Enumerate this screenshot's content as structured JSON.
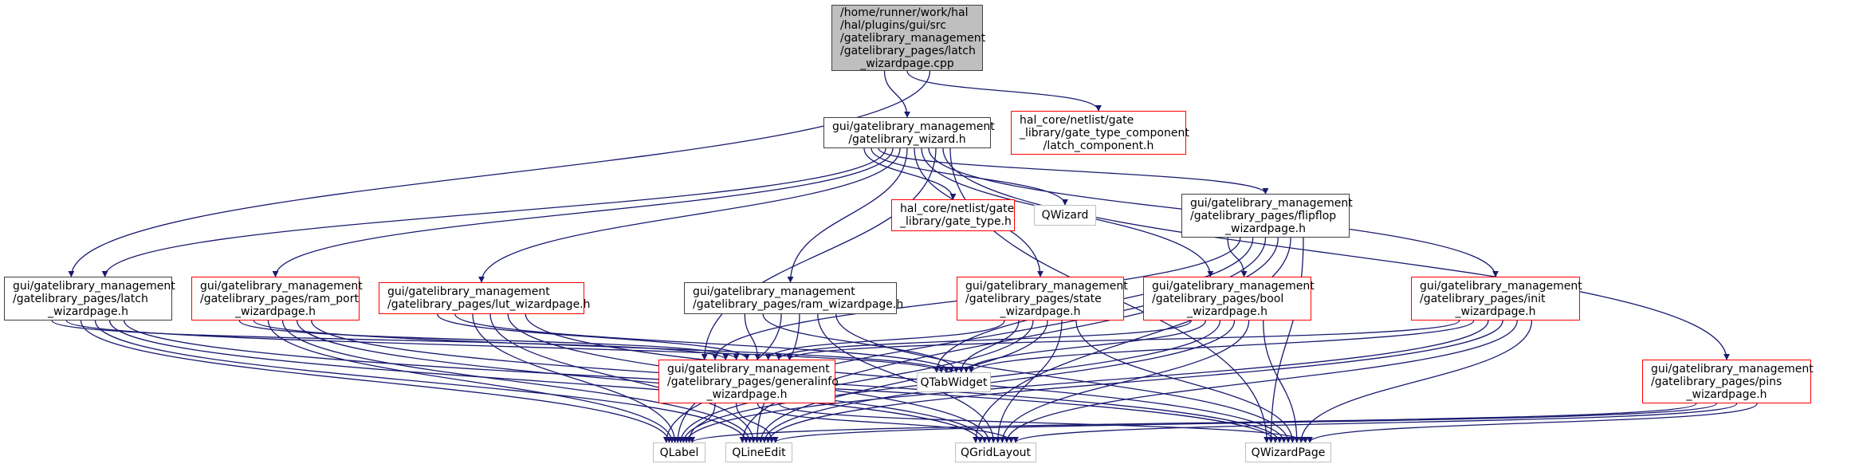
{
  "graph": {
    "title": "Include dependency graph for latch_wizardpage.cpp",
    "edge_color": "#191970",
    "node_styles": {
      "root": {
        "fill": "#bfbfbf",
        "border": "#404040"
      },
      "documented": {
        "fill": "#ffffff",
        "border": "#404040"
      },
      "undocumented": {
        "fill": "#ffffff",
        "border": "#ff0000"
      },
      "external": {
        "fill": "#ffffff",
        "border": "#bfbfbf"
      }
    },
    "nodes": [
      {
        "id": "root",
        "kind": "root",
        "lines": [
          "/home/runner/work/hal",
          "/hal/plugins/gui/src",
          "/gatelibrary_management",
          "/gatelibrary_pages/latch",
          "_wizardpage.cpp"
        ]
      },
      {
        "id": "wizard",
        "kind": "black",
        "lines": [
          "gui/gatelibrary_management",
          "/gatelibrary_wizard.h"
        ]
      },
      {
        "id": "latch_comp",
        "kind": "red",
        "lines": [
          "hal_core/netlist/gate",
          "_library/gate_type_component",
          "/latch_component.h"
        ]
      },
      {
        "id": "gate_type",
        "kind": "red",
        "lines": [
          "hal_core/netlist/gate",
          "_library/gate_type.h"
        ]
      },
      {
        "id": "qwizard",
        "kind": "gray",
        "lines": [
          "QWizard"
        ]
      },
      {
        "id": "flipflop",
        "kind": "black",
        "lines": [
          "gui/gatelibrary_management",
          "/gatelibrary_pages/flipflop",
          "_wizardpage.h"
        ]
      },
      {
        "id": "latch_wp",
        "kind": "black",
        "lines": [
          "gui/gatelibrary_management",
          "/gatelibrary_pages/latch",
          "_wizardpage.h"
        ]
      },
      {
        "id": "ram_port",
        "kind": "red",
        "lines": [
          "gui/gatelibrary_management",
          "/gatelibrary_pages/ram_port",
          "_wizardpage.h"
        ]
      },
      {
        "id": "lut",
        "kind": "red",
        "lines": [
          "gui/gatelibrary_management",
          "/gatelibrary_pages/lut_wizardpage.h"
        ]
      },
      {
        "id": "ram_wp",
        "kind": "black",
        "lines": [
          "gui/gatelibrary_management",
          "/gatelibrary_pages/ram_wizardpage.h"
        ]
      },
      {
        "id": "state",
        "kind": "red",
        "lines": [
          "gui/gatelibrary_management",
          "/gatelibrary_pages/state",
          "_wizardpage.h"
        ]
      },
      {
        "id": "bool",
        "kind": "red",
        "lines": [
          "gui/gatelibrary_management",
          "/gatelibrary_pages/bool",
          "_wizardpage.h"
        ]
      },
      {
        "id": "init",
        "kind": "red",
        "lines": [
          "gui/gatelibrary_management",
          "/gatelibrary_pages/init",
          "_wizardpage.h"
        ]
      },
      {
        "id": "generalinfo",
        "kind": "red",
        "lines": [
          "gui/gatelibrary_management",
          "/gatelibrary_pages/generalinfo",
          "_wizardpage.h"
        ]
      },
      {
        "id": "qtabwidget",
        "kind": "gray",
        "lines": [
          "QTabWidget"
        ]
      },
      {
        "id": "pins",
        "kind": "red",
        "lines": [
          "gui/gatelibrary_management",
          "/gatelibrary_pages/pins",
          "_wizardpage.h"
        ]
      },
      {
        "id": "qlabel",
        "kind": "gray",
        "lines": [
          "QLabel"
        ]
      },
      {
        "id": "qlineedit",
        "kind": "gray",
        "lines": [
          "QLineEdit"
        ]
      },
      {
        "id": "qgridlayout",
        "kind": "gray",
        "lines": [
          "QGridLayout"
        ]
      },
      {
        "id": "qwizardpage",
        "kind": "gray",
        "lines": [
          "QWizardPage"
        ]
      }
    ],
    "edges": [
      [
        "root",
        "wizard"
      ],
      [
        "root",
        "latch_comp"
      ],
      [
        "root",
        "latch_wp"
      ],
      [
        "wizard",
        "gate_type"
      ],
      [
        "wizard",
        "qwizard"
      ],
      [
        "wizard",
        "flipflop"
      ],
      [
        "wizard",
        "latch_wp"
      ],
      [
        "wizard",
        "ram_port"
      ],
      [
        "wizard",
        "lut"
      ],
      [
        "wizard",
        "ram_wp"
      ],
      [
        "wizard",
        "state"
      ],
      [
        "wizard",
        "bool"
      ],
      [
        "wizard",
        "init"
      ],
      [
        "wizard",
        "generalinfo"
      ],
      [
        "wizard",
        "pins"
      ],
      [
        "wizard",
        "qwizardpage"
      ],
      [
        "flipflop",
        "bool"
      ],
      [
        "flipflop",
        "generalinfo"
      ],
      [
        "flipflop",
        "qtabwidget"
      ],
      [
        "flipflop",
        "qlabel"
      ],
      [
        "flipflop",
        "qlineedit"
      ],
      [
        "flipflop",
        "qgridlayout"
      ],
      [
        "flipflop",
        "qwizardpage"
      ],
      [
        "latch_wp",
        "generalinfo"
      ],
      [
        "latch_wp",
        "qtabwidget"
      ],
      [
        "latch_wp",
        "qlabel"
      ],
      [
        "latch_wp",
        "qlineedit"
      ],
      [
        "latch_wp",
        "qgridlayout"
      ],
      [
        "latch_wp",
        "qwizardpage"
      ],
      [
        "ram_port",
        "generalinfo"
      ],
      [
        "ram_port",
        "qtabwidget"
      ],
      [
        "ram_port",
        "qlabel"
      ],
      [
        "ram_port",
        "qlineedit"
      ],
      [
        "ram_port",
        "qgridlayout"
      ],
      [
        "ram_port",
        "qwizardpage"
      ],
      [
        "lut",
        "generalinfo"
      ],
      [
        "lut",
        "qtabwidget"
      ],
      [
        "lut",
        "qlabel"
      ],
      [
        "lut",
        "qlineedit"
      ],
      [
        "lut",
        "qgridlayout"
      ],
      [
        "lut",
        "qwizardpage"
      ],
      [
        "ram_wp",
        "generalinfo"
      ],
      [
        "ram_wp",
        "qtabwidget"
      ],
      [
        "ram_wp",
        "qlabel"
      ],
      [
        "ram_wp",
        "qlineedit"
      ],
      [
        "ram_wp",
        "qgridlayout"
      ],
      [
        "ram_wp",
        "qwizardpage"
      ],
      [
        "state",
        "generalinfo"
      ],
      [
        "state",
        "qtabwidget"
      ],
      [
        "state",
        "qlabel"
      ],
      [
        "state",
        "qlineedit"
      ],
      [
        "state",
        "qgridlayout"
      ],
      [
        "state",
        "qwizardpage"
      ],
      [
        "bool",
        "generalinfo"
      ],
      [
        "bool",
        "qtabwidget"
      ],
      [
        "bool",
        "qlabel"
      ],
      [
        "bool",
        "qlineedit"
      ],
      [
        "bool",
        "qgridlayout"
      ],
      [
        "bool",
        "qwizardpage"
      ],
      [
        "init",
        "generalinfo"
      ],
      [
        "init",
        "qtabwidget"
      ],
      [
        "init",
        "qlabel"
      ],
      [
        "init",
        "qlineedit"
      ],
      [
        "init",
        "qgridlayout"
      ],
      [
        "init",
        "qwizardpage"
      ],
      [
        "generalinfo",
        "qlabel"
      ],
      [
        "generalinfo",
        "qlineedit"
      ],
      [
        "generalinfo",
        "qgridlayout"
      ],
      [
        "generalinfo",
        "qwizardpage"
      ],
      [
        "pins",
        "qlabel"
      ],
      [
        "pins",
        "qlineedit"
      ],
      [
        "pins",
        "qgridlayout"
      ],
      [
        "pins",
        "qwizardpage"
      ]
    ]
  }
}
